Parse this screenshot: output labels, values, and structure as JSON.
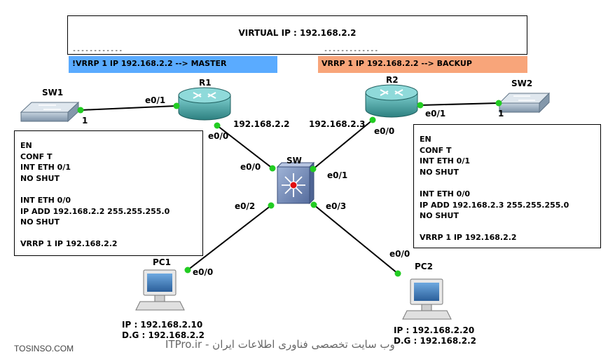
{
  "vip": {
    "text": "VIRTUAL IP : 192.168.2.2"
  },
  "master": {
    "label": "!VRRP 1 IP 192.168.2.2 --> MASTER",
    "dashes": "------------",
    "color": "#5aabff"
  },
  "backup": {
    "label": "VRRP 1 IP 192.168.2.2 --> BACKUP",
    "dashes": "-------------",
    "color": "#f8a57a"
  },
  "nodes": {
    "r1": {
      "name": "R1"
    },
    "r2": {
      "name": "R2"
    },
    "sw": {
      "name": "SW"
    },
    "sw1": {
      "name": "SW1"
    },
    "sw2": {
      "name": "SW2"
    },
    "pc1": {
      "name": "PC1"
    },
    "pc2": {
      "name": "PC2"
    }
  },
  "ports": {
    "r1_e01": "e0/1",
    "sw1_p1": "1",
    "r1_ip": "192.168.2.2",
    "r1_e00": "e0/0",
    "sw_e00": "e0/0",
    "sw_e01": "e0/1",
    "sw_e02": "e0/2",
    "sw_e03": "e0/3",
    "r2_ip": "192.168.2.3",
    "r2_e00": "e0/0",
    "r2_e01": "e0/1",
    "sw2_p1": "1",
    "pc1_e00": "e0/0",
    "pc2_e00": "e0/0"
  },
  "config_r1": [
    "EN",
    "CONF T",
    "INT ETH 0/1",
    "NO SHUT",
    "",
    "INT ETH 0/0",
    "IP ADD 192.168.2.2 255.255.255.0",
    "NO SHUT",
    "",
    "VRRP 1 IP 192.168.2.2"
  ],
  "config_r2": [
    "EN",
    "CONF T",
    "INT ETH 0/1",
    "NO SHUT",
    "",
    "INT ETH 0/0",
    "IP ADD 192.168.2.3 255.255.255.0",
    "NO SHUT",
    "",
    "VRRP 1 IP 192.168.2.2"
  ],
  "pc1_info": {
    "ip": "IP   : 192.168.2.10",
    "dg": "D.G : 192.168.2.2"
  },
  "pc2_info": {
    "ip": "IP   : 192.168.2.20",
    "dg": "D.G : 192.168.2.2"
  },
  "watermark": {
    "left": "TOSINSO.COM",
    "right": "ITPro.ir - وب سایت تخصصی فناوری اطلاعات ایران"
  },
  "colors": {
    "link": "#000000",
    "dot": "#22cc22",
    "router": "#3a9a9a",
    "switch": "#8aa0b6",
    "l3switch": "#6f86b5"
  }
}
